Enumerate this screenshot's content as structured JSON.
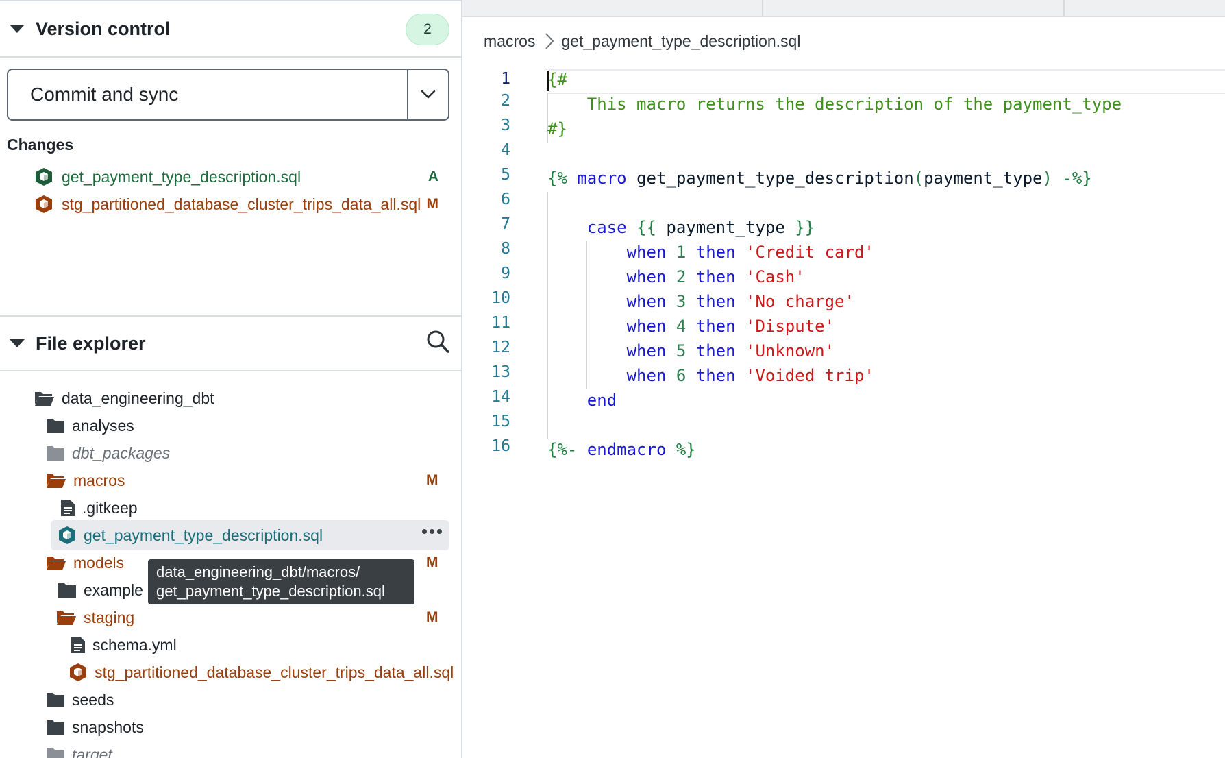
{
  "version_control": {
    "title": "Version control",
    "badge": "2",
    "commit_button": "Commit and sync",
    "changes_label": "Changes",
    "changes": [
      {
        "name": "get_payment_type_description.sql",
        "status": "A"
      },
      {
        "name": "stg_partitioned_database_cluster_trips_data_all.sql",
        "status": "M"
      }
    ]
  },
  "file_explorer": {
    "title": "File explorer",
    "tree": {
      "root": "data_engineering_dbt",
      "analyses": "analyses",
      "dbt_packages": "dbt_packages",
      "macros": "macros",
      "macros_status": "M",
      "gitkeep": ".gitkeep",
      "selected_file": "get_payment_type_description.sql",
      "models": "models",
      "models_status": "M",
      "example": "example",
      "staging": "staging",
      "staging_status": "M",
      "schema": "schema.yml",
      "stg_file": "stg_partitioned_database_cluster_trips_data_all.sql",
      "seeds": "seeds",
      "snapshots": "snapshots",
      "target": "target"
    },
    "tooltip_line1": "data_engineering_dbt/macros/",
    "tooltip_line2": "get_payment_type_description.sql"
  },
  "breadcrumb": {
    "folder": "macros",
    "file": "get_payment_type_description.sql"
  },
  "editor": {
    "line_numbers": [
      "1",
      "2",
      "3",
      "4",
      "5",
      "6",
      "7",
      "8",
      "9",
      "10",
      "11",
      "12",
      "13",
      "14",
      "15",
      "16"
    ],
    "comment_open": "{#",
    "comment_text": "This macro returns the description of the payment_type",
    "comment_close": "#}",
    "macro_open": "{%",
    "macro_kw": "macro",
    "macro_name": "get_payment_type_description",
    "paren_open": "(",
    "param": "payment_type",
    "paren_close": ")",
    "macro_close": " -%}",
    "case_kw": "case",
    "expr_open": "{{",
    "expr_var": "payment_type",
    "expr_close": "}}",
    "when_kw": "when",
    "then_kw": "then",
    "cases": [
      {
        "num": "1",
        "label": "'Credit card'"
      },
      {
        "num": "2",
        "label": "'Cash'"
      },
      {
        "num": "3",
        "label": "'No charge'"
      },
      {
        "num": "4",
        "label": "'Dispute'"
      },
      {
        "num": "5",
        "label": "'Unknown'"
      },
      {
        "num": "6",
        "label": "'Voided trip'"
      }
    ],
    "end_kw": "end",
    "endmacro_open": "{%-",
    "endmacro_kw": "endmacro",
    "endmacro_close": "%}"
  }
}
